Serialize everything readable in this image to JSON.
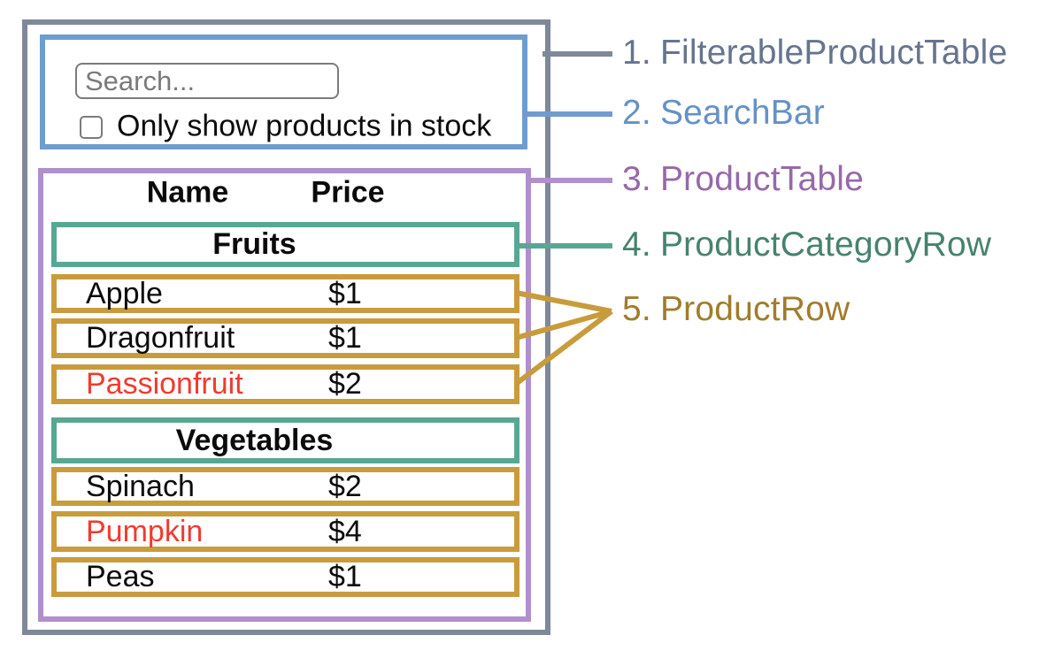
{
  "colors": {
    "filterable_product_table_border": "#7E8899",
    "filterable_product_table_label": "#67748E",
    "search_bar_border": "#6F9CCE",
    "search_bar_label": "#6591C6",
    "product_table_border": "#B18FCB",
    "product_table_label": "#9669A8",
    "product_category_row_border": "#58A794",
    "product_category_row_label": "#47826F",
    "product_row_border": "#C89C3C",
    "product_row_label": "#A07C2B",
    "out_of_stock_text": "#F03B2E",
    "body_text": "#0b0b0b"
  },
  "search_bar": {
    "placeholder": "Search...",
    "checkbox_label": "Only show products in stock",
    "checkbox_checked": false
  },
  "product_table": {
    "header": {
      "name": "Name",
      "price": "Price"
    },
    "sections": [
      {
        "category": "Fruits",
        "rows": [
          {
            "name": "Apple",
            "price": "$1",
            "out_of_stock": false
          },
          {
            "name": "Dragonfruit",
            "price": "$1",
            "out_of_stock": false
          },
          {
            "name": "Passionfruit",
            "price": "$2",
            "out_of_stock": true
          }
        ]
      },
      {
        "category": "Vegetables",
        "rows": [
          {
            "name": "Spinach",
            "price": "$2",
            "out_of_stock": false
          },
          {
            "name": "Pumpkin",
            "price": "$4",
            "out_of_stock": true
          },
          {
            "name": "Peas",
            "price": "$1",
            "out_of_stock": false
          }
        ]
      }
    ]
  },
  "legend": [
    {
      "number": "1.",
      "label": "FilterableProductTable"
    },
    {
      "number": "2.",
      "label": "SearchBar"
    },
    {
      "number": "3.",
      "label": "ProductTable"
    },
    {
      "number": "4.",
      "label": "ProductCategoryRow"
    },
    {
      "number": "5.",
      "label": "ProductRow"
    }
  ]
}
